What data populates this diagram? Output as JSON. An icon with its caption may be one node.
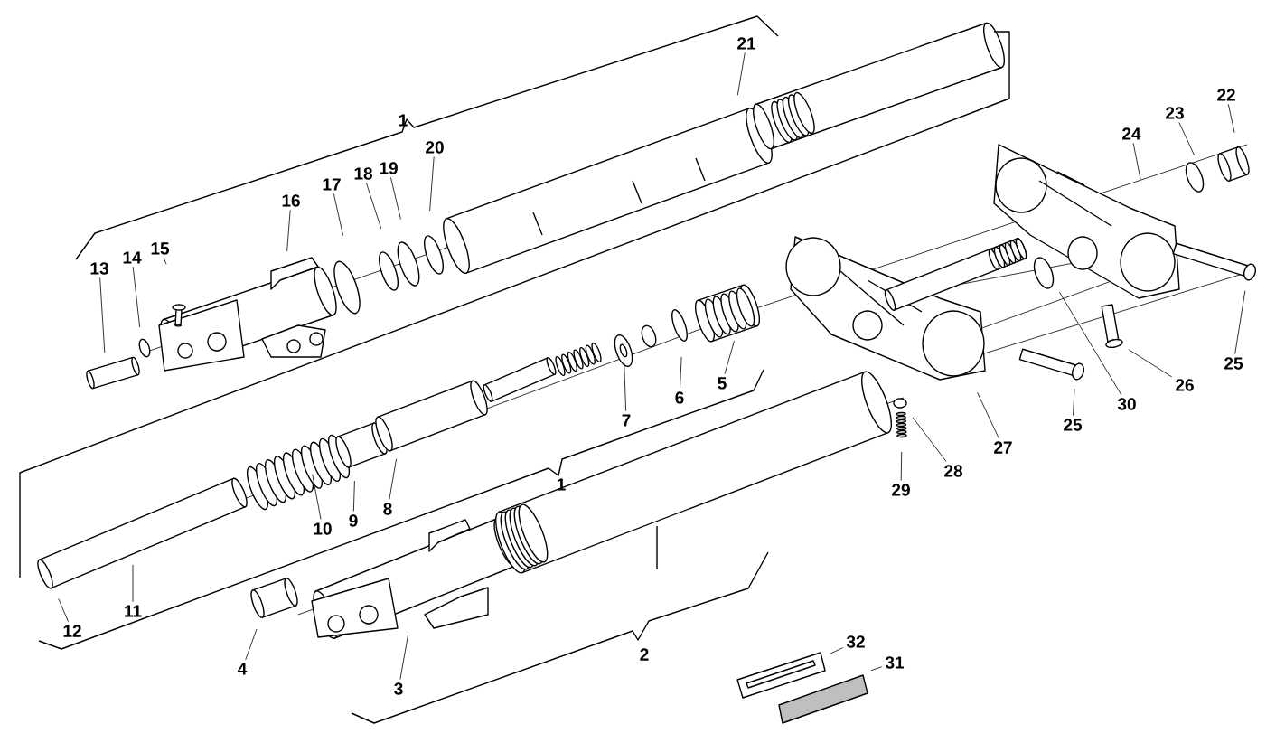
{
  "diagram": {
    "nodes": [
      {
        "text": [
          "13"
        ]
      },
      {
        "text": [
          "14"
        ]
      },
      {
        "text": [
          "15"
        ]
      },
      {
        "text": [
          "16"
        ]
      },
      {
        "text": [
          "17"
        ]
      },
      {
        "text": [
          "18"
        ]
      },
      {
        "text": [
          "19"
        ]
      },
      {
        "text": [
          "20"
        ]
      },
      {
        "text": [
          "21"
        ]
      },
      {
        "text": [
          "22"
        ]
      },
      {
        "text": [
          "23"
        ]
      },
      {
        "text": [
          "24"
        ]
      },
      {
        "text": [
          "25"
        ]
      },
      {
        "text": [
          "26"
        ]
      },
      {
        "text": [
          "30"
        ]
      },
      {
        "text": [
          "25"
        ]
      },
      {
        "text": [
          "27"
        ]
      },
      {
        "text": [
          "28"
        ]
      },
      {
        "text": [
          "29"
        ]
      },
      {
        "text": [
          "5"
        ]
      },
      {
        "text": [
          "6"
        ]
      },
      {
        "text": [
          "7"
        ]
      },
      {
        "text": [
          "8"
        ]
      },
      {
        "text": [
          "9"
        ]
      },
      {
        "text": [
          "10"
        ]
      },
      {
        "text": [
          "11"
        ]
      },
      {
        "text": [
          "12"
        ]
      },
      {
        "text": [
          "4"
        ]
      },
      {
        "text": [
          "3"
        ]
      },
      {
        "text": [
          "32"
        ]
      },
      {
        "text": [
          "31"
        ]
      }
    ],
    "edges": [
      {
        "from": 0,
        "to": null,
        "arrow": "none"
      },
      {
        "from": 1,
        "to": null,
        "arrow": "none"
      },
      {
        "from": 2,
        "to": null,
        "arrow": "none"
      },
      {
        "from": 3,
        "to": null,
        "arrow": "none"
      },
      {
        "from": 4,
        "to": null,
        "arrow": "none"
      },
      {
        "from": 5,
        "to": null,
        "arrow": "none"
      },
      {
        "from": 6,
        "to": null,
        "arrow": "none"
      },
      {
        "from": 7,
        "to": null,
        "arrow": "none"
      },
      {
        "from": 8,
        "to": null,
        "arrow": "none"
      },
      {
        "from": 9,
        "to": null,
        "arrow": "none"
      },
      {
        "from": 10,
        "to": null,
        "arrow": "none"
      },
      {
        "from": 11,
        "to": null,
        "arrow": "none"
      },
      {
        "from": 12,
        "to": null,
        "arrow": "none"
      },
      {
        "from": 13,
        "to": null,
        "arrow": "none"
      },
      {
        "from": 14,
        "to": null,
        "arrow": "none"
      },
      {
        "from": 15,
        "to": null,
        "arrow": "none"
      },
      {
        "from": 16,
        "to": null,
        "arrow": "none"
      },
      {
        "from": 17,
        "to": null,
        "arrow": "none"
      },
      {
        "from": 18,
        "to": null,
        "arrow": "none"
      },
      {
        "from": 19,
        "to": null,
        "arrow": "none"
      },
      {
        "from": 20,
        "to": null,
        "arrow": "none"
      },
      {
        "from": 21,
        "to": null,
        "arrow": "none"
      },
      {
        "from": 22,
        "to": null,
        "arrow": "none"
      },
      {
        "from": 23,
        "to": null,
        "arrow": "none"
      },
      {
        "from": 24,
        "to": null,
        "arrow": "none"
      },
      {
        "from": 25,
        "to": null,
        "arrow": "none"
      },
      {
        "from": 26,
        "to": null,
        "arrow": "none"
      },
      {
        "from": 27,
        "to": null,
        "arrow": "none"
      },
      {
        "from": 28,
        "to": null,
        "arrow": "none"
      },
      {
        "from": 29,
        "to": null,
        "arrow": "none"
      },
      {
        "from": 30,
        "to": null,
        "arrow": "none"
      }
    ],
    "labels": [
      "1",
      "1",
      "2"
    ]
  }
}
